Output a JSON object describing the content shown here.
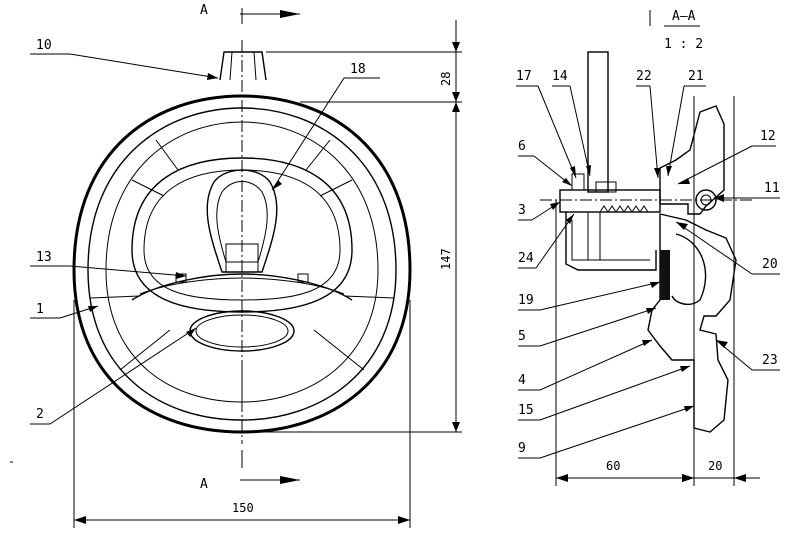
{
  "section_marks": {
    "top": "A",
    "bottom": "A"
  },
  "section_title": {
    "name": "A–A",
    "scale": "1 : 2"
  },
  "front_view_callouts": [
    "10",
    "18",
    "13",
    "1",
    "2"
  ],
  "section_view_callouts": [
    "17",
    "14",
    "22",
    "21",
    "6",
    "12",
    "3",
    "11",
    "24",
    "20",
    "19",
    "5",
    "4",
    "23",
    "15",
    "9"
  ],
  "dimensions": {
    "height_top": "28",
    "height_main": "147",
    "width_front": "150",
    "depth_a": "60",
    "depth_b": "20"
  }
}
